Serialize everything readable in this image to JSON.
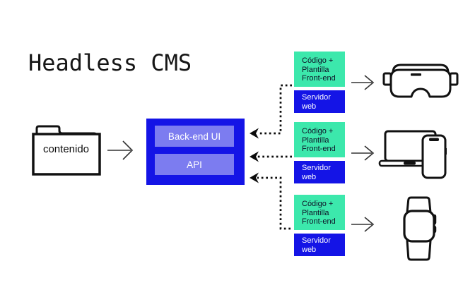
{
  "title": "Headless CMS",
  "colors": {
    "cms_blue": "#1414E6",
    "panel_purple": "#7C7CF0",
    "mint_green": "#3CE8AC",
    "ink_on_green": "#0E1126",
    "text_on_blue": "#FFFFFF",
    "thin_arrow_gray": "#333333",
    "dotted_arrow_black": "#0B0B0B"
  },
  "source": {
    "label": "contenido"
  },
  "cms": {
    "backend_label": "Back-end UI",
    "api_label": "API"
  },
  "channels": [
    {
      "template_label": "Código + Plantilla Front-end",
      "server_label": "Servidor web",
      "device": "vr-headset"
    },
    {
      "template_label": "Código + Plantilla Front-end",
      "server_label": "Servidor web",
      "device": "laptop-and-phone"
    },
    {
      "template_label": "Código + Plantilla Front-end",
      "server_label": "Servidor web",
      "device": "smartwatch"
    }
  ]
}
